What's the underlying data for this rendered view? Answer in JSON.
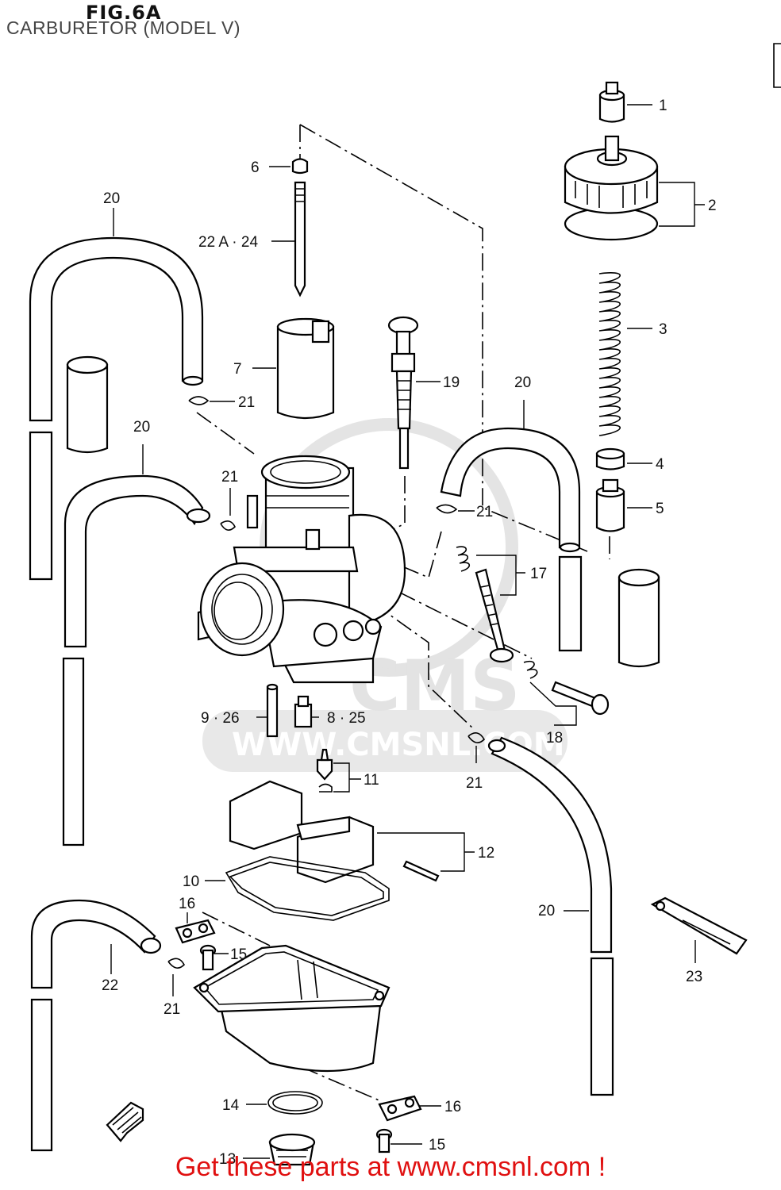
{
  "header": {
    "figure_id": "FIG.6A",
    "subtitle": "CARBURETOR (MODEL V)"
  },
  "watermark": {
    "brand": "CMS",
    "url": "WWW.CMSNL.COM"
  },
  "callouts": {
    "c1": "1",
    "c2": "2",
    "c3": "3",
    "c4": "4",
    "c5": "5",
    "c6": "6",
    "c7": "7",
    "c8_25": "8 · 25",
    "c9_26": "9 · 26",
    "c10": "10",
    "c11": "11",
    "c12": "12",
    "c13": "13",
    "c14": "14",
    "c15a": "15",
    "c15b": "15",
    "c16a": "16",
    "c16b": "16",
    "c17": "17",
    "c18": "18",
    "c19": "19",
    "c20a": "20",
    "c20b": "20",
    "c20c": "20",
    "c20d": "20",
    "c21a": "21",
    "c21b": "21",
    "c21c": "21",
    "c21d": "21",
    "c21e": "21",
    "c22": "22",
    "c22a_24": "22 A · 24",
    "c23": "23"
  },
  "footer": {
    "banner": "Get these parts at www.cmsnl.com !"
  }
}
